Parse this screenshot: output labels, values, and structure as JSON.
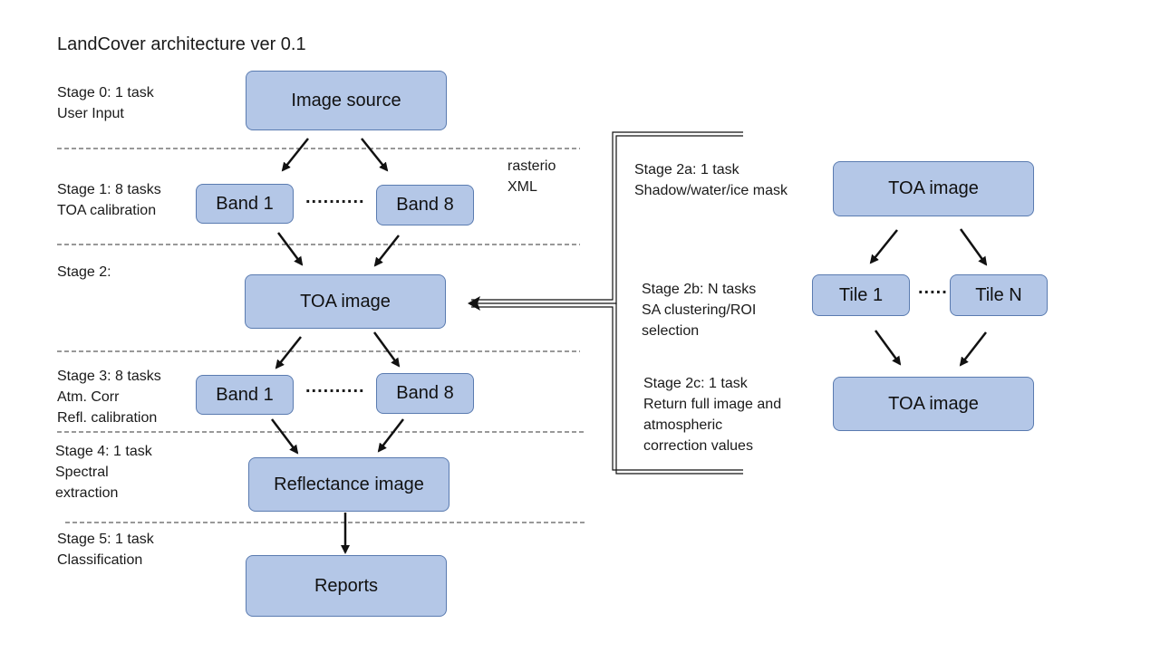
{
  "title": "LandCover architecture ver 0.1",
  "stages": {
    "s0": [
      "Stage 0: 1 task",
      "User Input"
    ],
    "s1": [
      "Stage 1: 8 tasks",
      "TOA calibration"
    ],
    "s2": [
      "Stage 2:"
    ],
    "s3": [
      "Stage 3: 8 tasks",
      "Atm. Corr",
      "Refl. calibration"
    ],
    "s4": [
      "Stage 4: 1 task",
      "Spectral",
      "extraction"
    ],
    "s5": [
      "Stage 5: 1 task",
      "Classification"
    ],
    "s2a": [
      "Stage 2a: 1 task",
      "Shadow/water/ice mask"
    ],
    "s2b": [
      "Stage 2b: N tasks",
      "SA clustering/ROI",
      "selection"
    ],
    "s2c": [
      "Stage 2c: 1 task",
      "Return full image and",
      "atmospheric",
      "correction values"
    ]
  },
  "note": [
    "rasterio",
    "XML"
  ],
  "boxes": {
    "image_source": "Image source",
    "band1_s1": "Band 1",
    "band8_s1": "Band 8",
    "toa_main": "TOA image",
    "band1_s3": "Band 1",
    "band8_s3": "Band 8",
    "reflectance": "Reflectance image",
    "reports": "Reports",
    "toa_2a": "TOA image",
    "tile1": "Tile 1",
    "tileN": "Tile N",
    "toa_2c": "TOA image"
  },
  "dots": {
    "s1": "..........",
    "s3": "..........",
    "tiles": "....."
  },
  "colors": {
    "box_fill": "#b4c7e7",
    "box_border": "#5a7bb0"
  }
}
